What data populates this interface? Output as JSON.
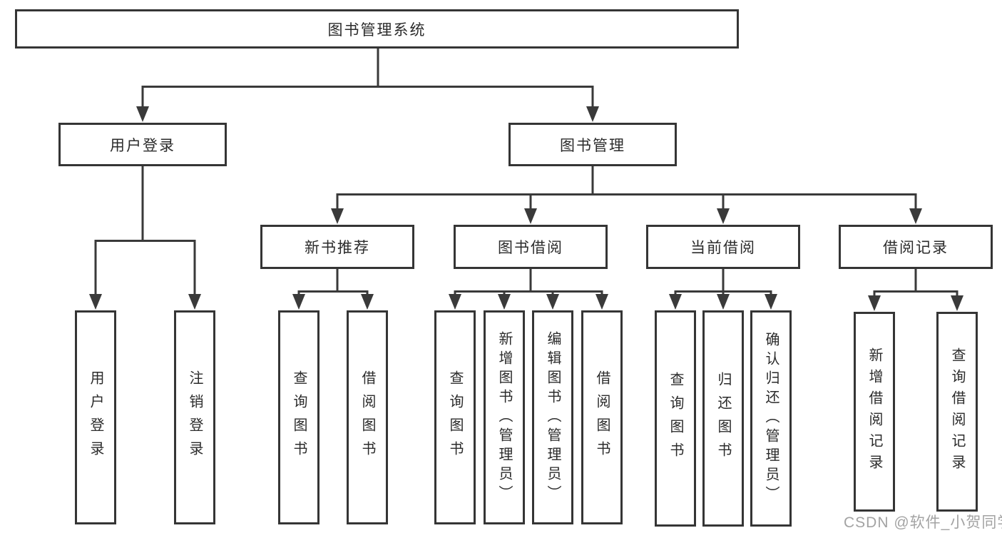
{
  "diagram": {
    "tree": {
      "label": "图书管理系统",
      "children": [
        {
          "label": "用户登录",
          "children": [
            {
              "label": "用户登录"
            },
            {
              "label": "注销登录"
            }
          ]
        },
        {
          "label": "图书管理",
          "children": [
            {
              "label": "新书推荐",
              "children": [
                {
                  "label": "查询图书"
                },
                {
                  "label": "借阅图书"
                }
              ]
            },
            {
              "label": "图书借阅",
              "children": [
                {
                  "label": "查询图书"
                },
                {
                  "label": "新增图书（管理员）"
                },
                {
                  "label": "编辑图书（管理员）"
                },
                {
                  "label": "借阅图书"
                }
              ]
            },
            {
              "label": "当前借阅",
              "children": [
                {
                  "label": "查询图书"
                },
                {
                  "label": "归还图书"
                },
                {
                  "label": "确认归还（管理员）"
                }
              ]
            },
            {
              "label": "借阅记录",
              "children": [
                {
                  "label": "新增借阅记录"
                },
                {
                  "label": "查询借阅记录"
                }
              ]
            }
          ]
        }
      ]
    },
    "colors": {
      "line": "#3a3a3a",
      "border": "#353535",
      "text": "#2b2b2b",
      "watermark": "#a3a3a3",
      "background": "#ffffff"
    }
  },
  "watermark": {
    "text": "CSDN @软件_小贺同学"
  }
}
